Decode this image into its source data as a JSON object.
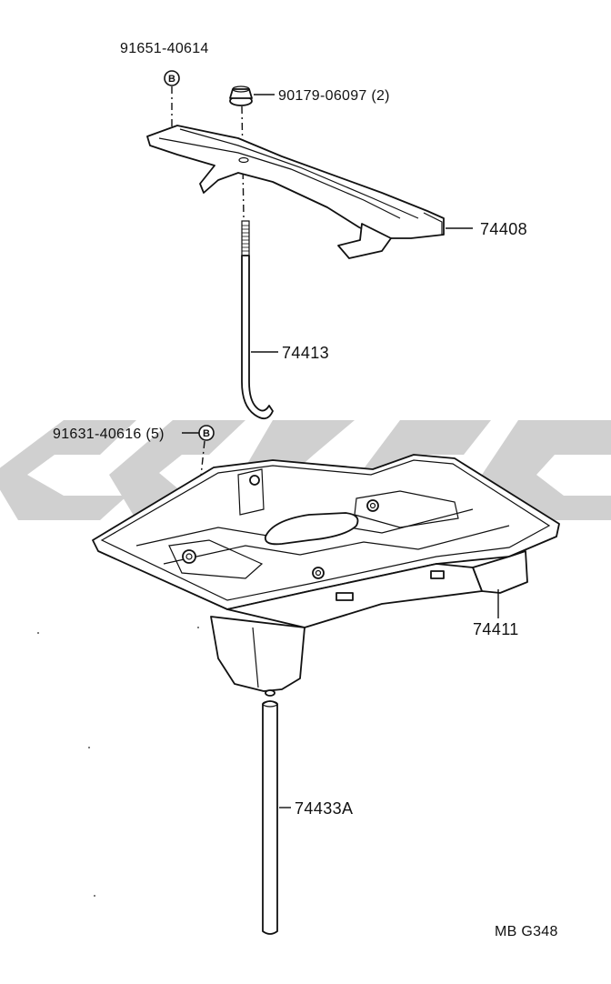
{
  "labels": {
    "bolt_b_top": "91651-40614",
    "nut_top": "90179-06097 (2)",
    "clamp": "74408",
    "rod": "74413",
    "bolt_b_tray": "91631-40616 (5)",
    "tray": "74411",
    "support_rod": "74433A",
    "drawing_code": "MB G348"
  },
  "markers": {
    "bolt_type": "B"
  },
  "colors": {
    "line": "#111111",
    "watermark": "#c8c8c8",
    "background": "#ffffff"
  }
}
